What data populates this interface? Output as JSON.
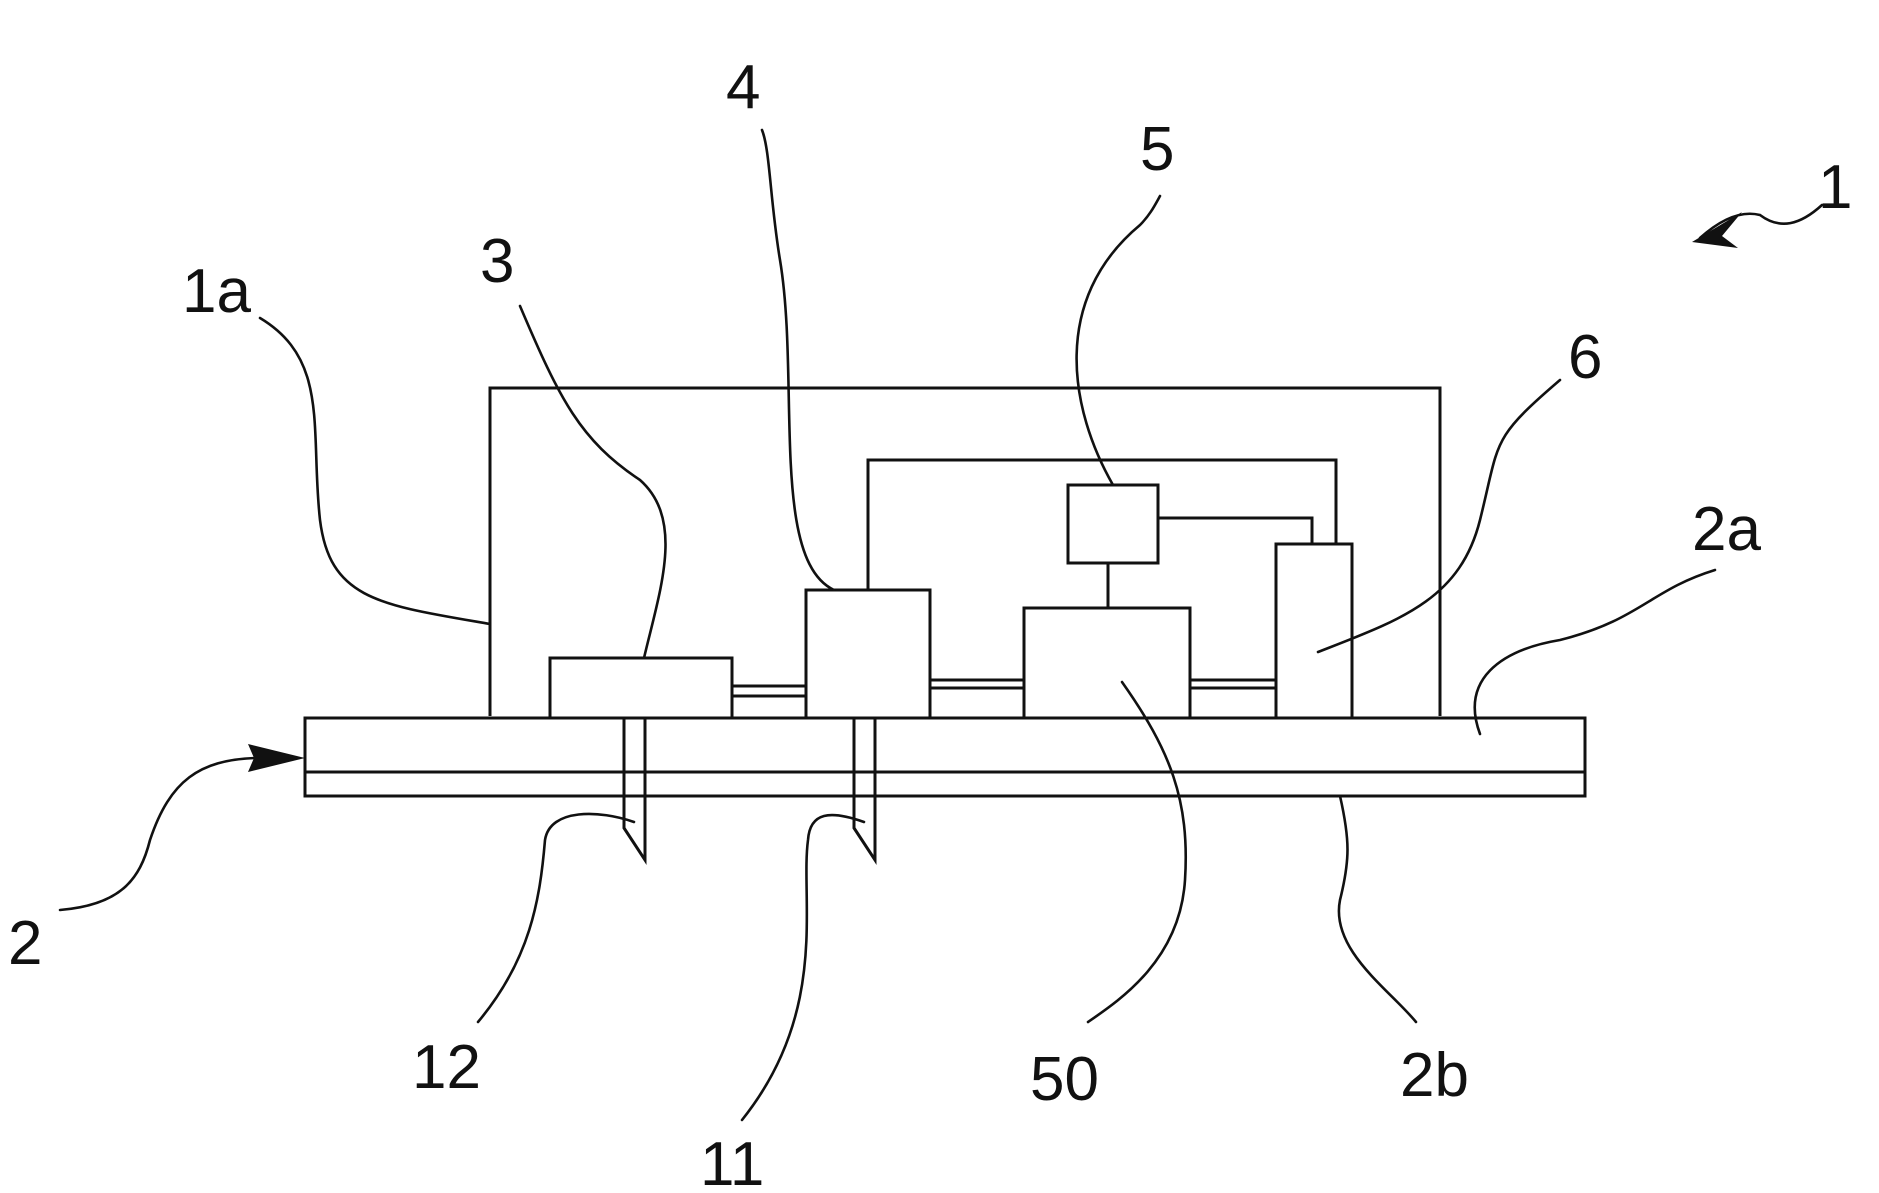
{
  "figure": {
    "reference_numerals": {
      "device": "1",
      "housing": "1a",
      "substrate": "2",
      "substrate_upper_layer": "2a",
      "substrate_lower_layer": "2b",
      "component_3": "3",
      "component_4": "4",
      "component_5": "5",
      "component_6": "6",
      "component_50": "50",
      "pin_11": "11",
      "pin_12": "12"
    }
  }
}
